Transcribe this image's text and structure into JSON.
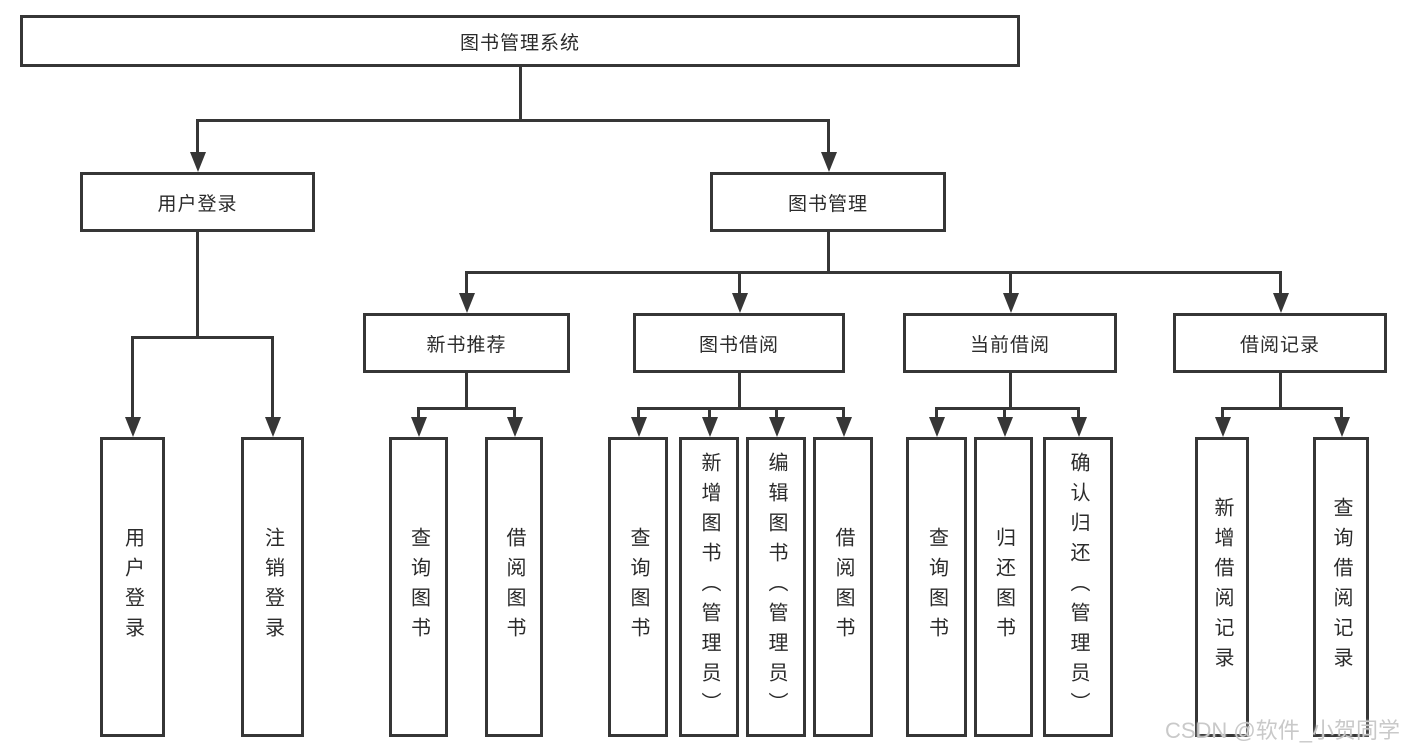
{
  "diagram": {
    "root": {
      "label": "图书管理系统"
    },
    "level2": [
      {
        "label": "用户登录"
      },
      {
        "label": "图书管理"
      }
    ],
    "level3": [
      {
        "label": "新书推荐"
      },
      {
        "label": "图书借阅"
      },
      {
        "label": "当前借阅"
      },
      {
        "label": "借阅记录"
      }
    ],
    "leaves": {
      "user_login": [
        "用户登录",
        "注销登录"
      ],
      "new_book": [
        "查询图书",
        "借阅图书"
      ],
      "book_borrow": [
        "查询图书",
        "新增图书（管理员）",
        "编辑图书（管理员）",
        "借阅图书"
      ],
      "current_borrow": [
        "查询图书",
        "归还图书",
        "确认归还（管理员）"
      ],
      "borrow_records": [
        "新增借阅记录",
        "查询借阅记录"
      ]
    }
  },
  "watermark": "CSDN @软件_小贺同学",
  "colors": {
    "line": "#363636",
    "text": "#2b2b2b",
    "background": "#ffffff",
    "watermark": "#c9c9c9"
  }
}
